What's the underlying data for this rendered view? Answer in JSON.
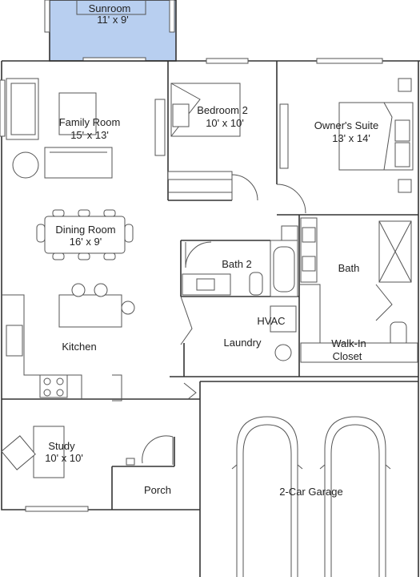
{
  "plan": {
    "sunroom_fill": "#b8cff0",
    "rooms": {
      "sunroom": {
        "name": "Sunroom",
        "dims": "11' x 9'"
      },
      "family_room": {
        "name": "Family Room",
        "dims": "15' x 13'"
      },
      "bedroom_2": {
        "name": "Bedroom 2",
        "dims": "10' x 10'"
      },
      "owners_suite": {
        "name": "Owner's Suite",
        "dims": "13' x 14'"
      },
      "dining_room": {
        "name": "Dining Room",
        "dims": "16' x 9'"
      },
      "bath_2": {
        "name": "Bath 2"
      },
      "bath": {
        "name": "Bath"
      },
      "hvac": {
        "name": "HVAC"
      },
      "laundry": {
        "name": "Laundry"
      },
      "kitchen": {
        "name": "Kitchen"
      },
      "walk_in_closet": {
        "name_line1": "Walk-In",
        "name_line2": "Closet"
      },
      "study": {
        "name": "Study",
        "dims": "10' x 10'"
      },
      "porch": {
        "name": "Porch"
      },
      "garage": {
        "name": "2-Car Garage"
      }
    }
  }
}
